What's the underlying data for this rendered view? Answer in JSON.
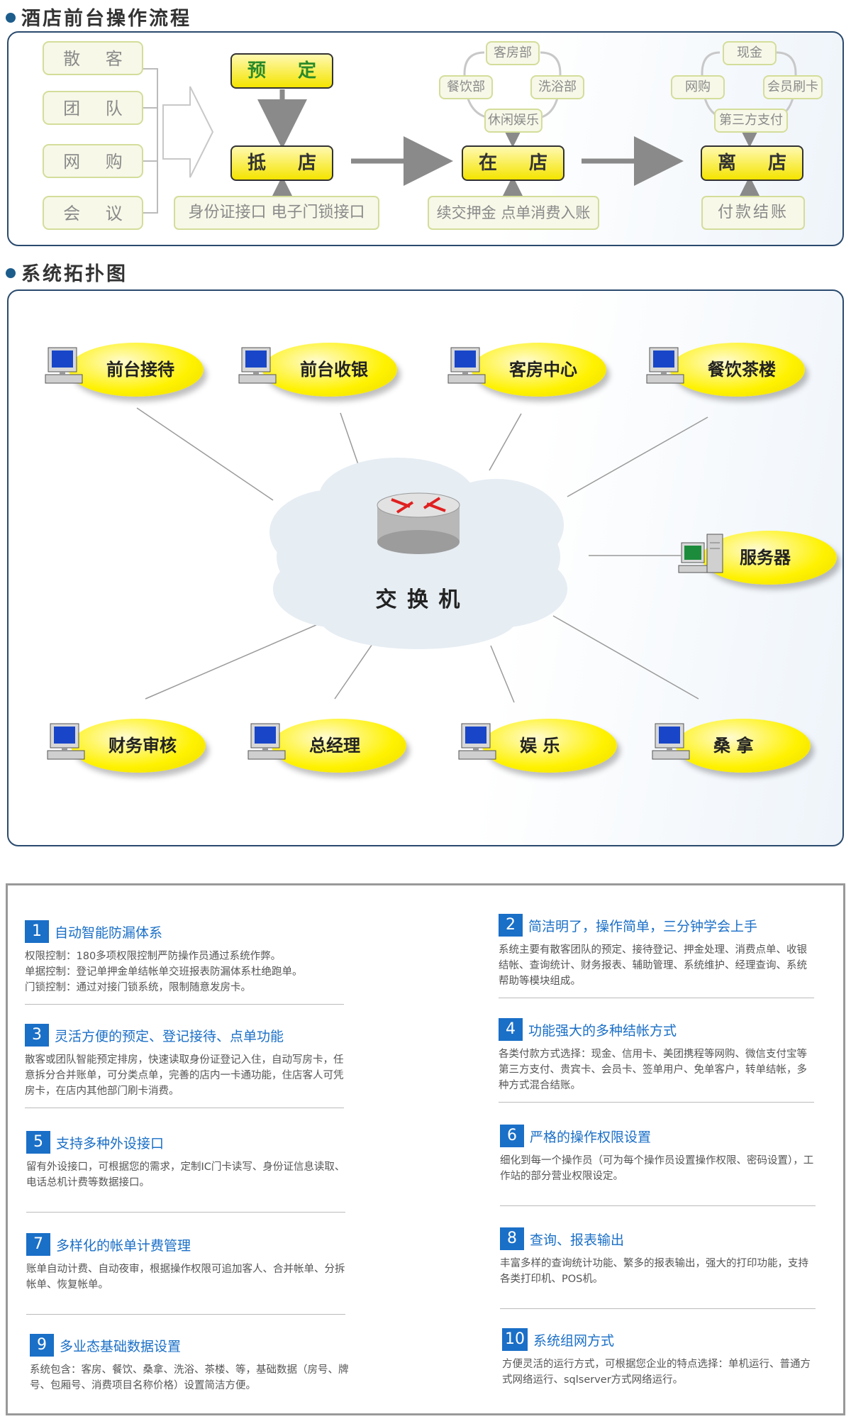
{
  "sections": {
    "process_title": "酒店前台操作流程",
    "topology_title": "系统拓扑图"
  },
  "process": {
    "sources": [
      "散 客",
      "团 队",
      "网 购",
      "会 议"
    ],
    "reserve": "预 定",
    "checkin": "抵 店",
    "stay": "在 店",
    "checkout": "离 店",
    "checkin_sub": "身份证接口  电子门锁接口",
    "stay_sub": "续交押金  点单消费入账",
    "checkout_sub": "付款结账",
    "stay_services": [
      "客房部",
      "餐饮部",
      "洗浴部",
      "休闲娱乐"
    ],
    "pay_methods": [
      "现金",
      "网购",
      "会员刷卡",
      "第三方支付"
    ]
  },
  "topology": {
    "hub": "交 换 机",
    "server": "服务器",
    "top_nodes": [
      "前台接待",
      "前台收银",
      "客房中心",
      "餐饮茶楼"
    ],
    "bottom_nodes": [
      "财务审核",
      "总经理",
      "娱 乐",
      "桑 拿"
    ]
  },
  "features": [
    {
      "num": "1",
      "title": "自动智能防漏体系",
      "desc": "权限控制：180多项权限控制严防操作员通过系统作弊。\n单据控制：登记单押金单结帐单交班报表防漏体系杜绝跑单。\n门锁控制：通过对接门锁系统，限制随意发房卡。"
    },
    {
      "num": "2",
      "title": "简洁明了，操作简单，三分钟学会上手",
      "desc": "系统主要有散客团队的预定、接待登记、押金处理、消费点单、收银结帐、查询统计、财务报表、辅助管理、系统维护、经理查询、系统帮助等模块组成。"
    },
    {
      "num": "3",
      "title": "灵活方便的预定、登记接待、点单功能",
      "desc": "散客或团队智能预定排房，快速读取身份证登记入住，自动写房卡，任意拆分合并账单，可分类点单，完善的店内一卡通功能，住店客人可凭房卡，在店内其他部门刷卡消费。"
    },
    {
      "num": "4",
      "title": "功能强大的多种结帐方式",
      "desc": "各类付款方式选择：现金、信用卡、美团携程等网购、微信支付宝等第三方支付、贵宾卡、会员卡、签单用户、免单客户，转单结帐，多种方式混合结账。"
    },
    {
      "num": "5",
      "title": "支持多种外设接口",
      "desc": "留有外设接口，可根据您的需求，定制IC门卡读写、身份证信息读取、电话总机计费等数据接口。"
    },
    {
      "num": "6",
      "title": "严格的操作权限设置",
      "desc": "细化到每一个操作员（可为每个操作员设置操作权限、密码设置），工作站的部分营业权限设定。"
    },
    {
      "num": "7",
      "title": "多样化的帐单计费管理",
      "desc": "账单自动计费、自动夜审，根据操作权限可追加客人、合并帐单、分拆帐单、恢复帐单。"
    },
    {
      "num": "8",
      "title": "查询、报表输出",
      "desc": "丰富多样的查询统计功能、繁多的报表输出，强大的打印功能，支持各类打印机、POS机。"
    },
    {
      "num": "9",
      "title": "多业态基础数据设置",
      "desc": "系统包含：客房、餐饮、桑拿、洗浴、茶楼、等，基础数据（房号、牌号、包厢号、消费项目名称价格）设置简洁方便。"
    },
    {
      "num": "10",
      "title": "系统组网方式",
      "desc": "方便灵活的运行方式，可根据您企业的特点选择：单机运行、普通方式网络运行、sqlserver方式网络运行。"
    }
  ],
  "colors": {
    "accent": "#1a6fc7",
    "highlight": "#fff200",
    "border": "#2a4a6e"
  }
}
